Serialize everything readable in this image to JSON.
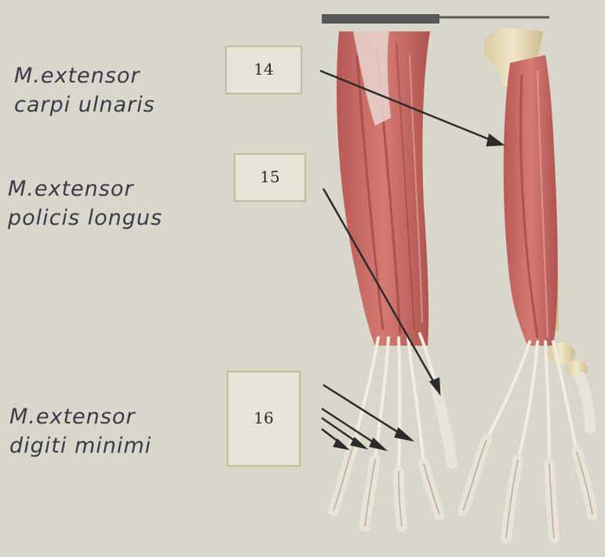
{
  "labels": [
    {
      "id": "14",
      "line1": "M.extensor",
      "line2": "carpi ulnaris"
    },
    {
      "id": "15",
      "line1": "M.extensor",
      "line2": "policis longus"
    },
    {
      "id": "16",
      "line1": "M.extensor",
      "line2": "digiti minimi"
    }
  ],
  "colors": {
    "background": "#d9d6cc",
    "muscle": "#c96b66",
    "muscle_dark": "#a84a48",
    "tendon": "#efe9df",
    "bone": "#e8dcb8",
    "box_border": "#b8c296",
    "handwriting": "#3a3a48",
    "arrow": "#2b2b2b"
  }
}
